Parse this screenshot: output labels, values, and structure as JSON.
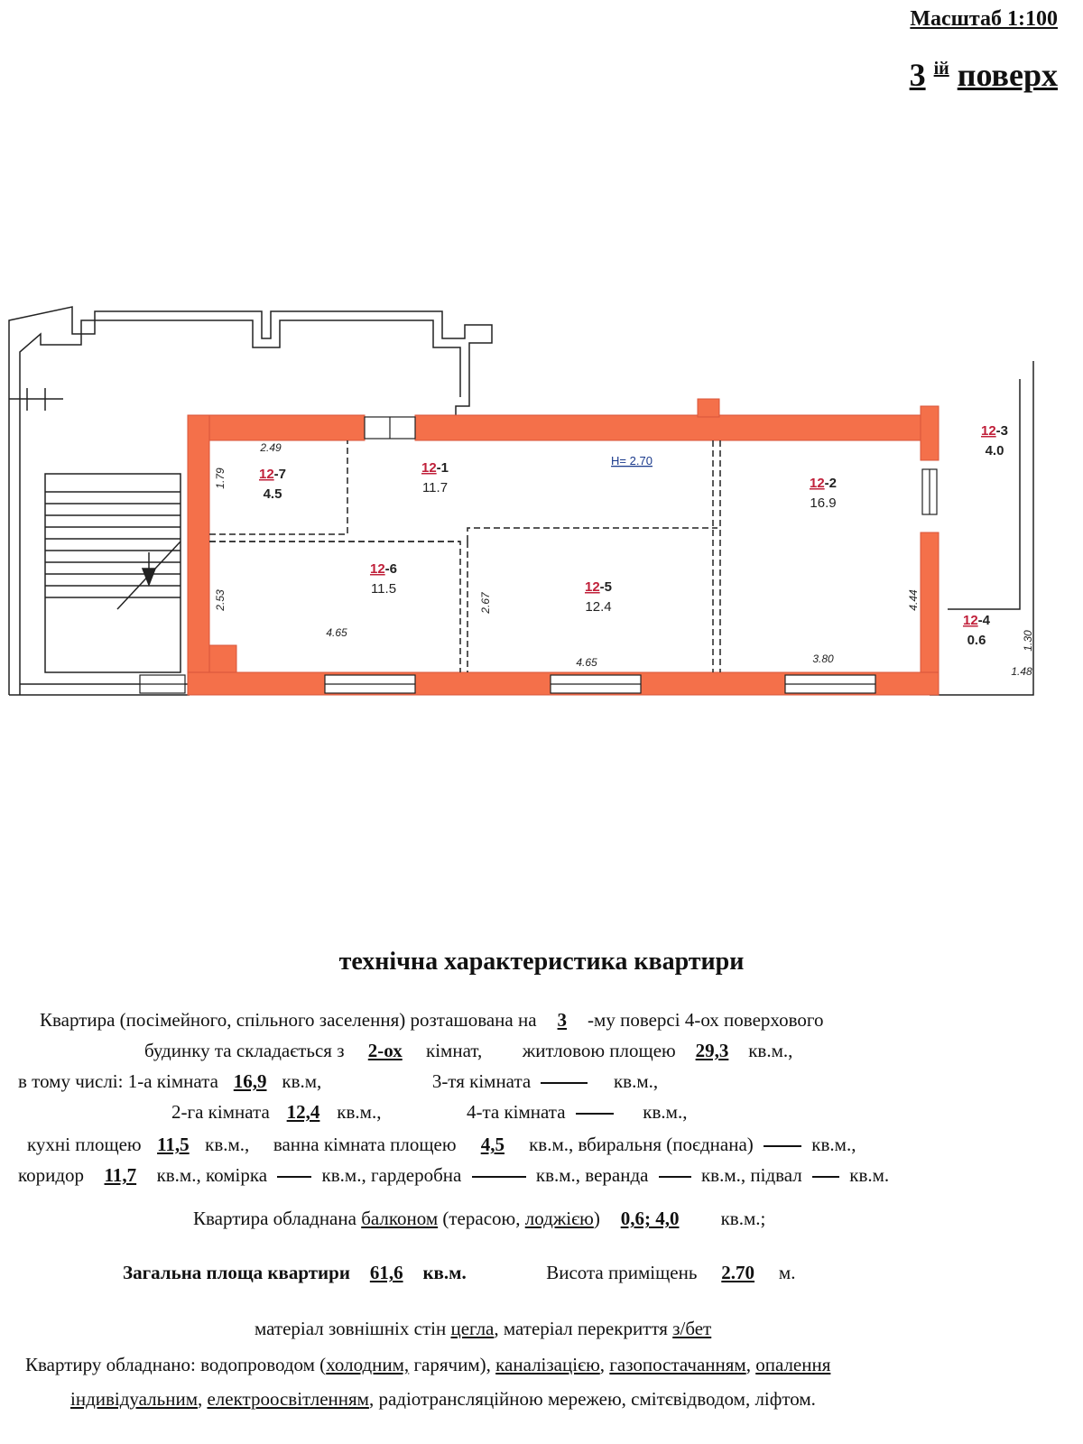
{
  "header": {
    "scale": "Масштаб 1:100",
    "floor_num": "3",
    "floor_sup": "ій",
    "floor_word": "поверх"
  },
  "plan": {
    "height_mark": "H= 2.70",
    "rooms": [
      {
        "id_prefix": "12",
        "id_suffix": "-7",
        "area": "4.5"
      },
      {
        "id_prefix": "12",
        "id_suffix": "-1",
        "area": "11.7"
      },
      {
        "id_prefix": "12",
        "id_suffix": "-2",
        "area": "16.9"
      },
      {
        "id_prefix": "12",
        "id_suffix": "-3",
        "area": "4.0"
      },
      {
        "id_prefix": "12",
        "id_suffix": "-6",
        "area": "11.5"
      },
      {
        "id_prefix": "12",
        "id_suffix": "-5",
        "area": "12.4"
      },
      {
        "id_prefix": "12",
        "id_suffix": "-4",
        "area": "0.6"
      }
    ],
    "dimensions": [
      "2.49",
      "1.79",
      "2.53",
      "4.65",
      "2.67",
      "4.65",
      "3.80",
      "4.44",
      "1.30",
      "1.48"
    ],
    "colors": {
      "wall": "#f4704a",
      "wall_stroke": "#d9553a",
      "room_id": "#c0203a",
      "height_mark": "#1a3a8c",
      "line": "#222222"
    }
  },
  "doc": {
    "title": "технічна характеристика квартири",
    "line1": {
      "a": "Квартира (посімейного, спільного заселення) розташована на",
      "floor": "3",
      "b": "-му  поверсі 4-ох поверхового"
    },
    "line2": {
      "a": "будинку та складається з",
      "rooms": "2-ох",
      "b": "кімнат,",
      "c": "житловою площею",
      "living": "29,3",
      "d": "кв.м.,"
    },
    "line3": {
      "a": "в тому числі:  1-а кімната",
      "r1": "16,9",
      "b": "кв.м,",
      "c": "3-тя кімната",
      "d": "кв.м.,"
    },
    "line4": {
      "a": "2-га кімната",
      "r2": "12,4",
      "b": "кв.м.,",
      "c": "4-та кімната",
      "d": "кв.м.,"
    },
    "line5": {
      "a": "кухні площею",
      "kitchen": "11,5",
      "b": "кв.м.,",
      "c": "ванна кімната площею",
      "bath": "4,5",
      "d": "кв.м., вбиральня (поєднана)",
      "e": "кв.м.,"
    },
    "line6": {
      "a": "коридор",
      "corridor": "11,7",
      "b": "кв.м., комірка",
      "c": "кв.м., гардеробна",
      "d": "кв.м., веранда",
      "e": "кв.м., підвал",
      "f": "кв.м."
    },
    "line7": {
      "a": "Квартира обладнана",
      "balcony": "балконом",
      "b": "(терасою,",
      "loggia": "лоджією",
      "c": ")",
      "val": "0,6; 4,0",
      "d": "кв.м.;"
    },
    "line8": {
      "a": "Загальна площа квартири",
      "total": "61,6",
      "b": "кв.м.",
      "c": "Висота приміщень",
      "height": "2.70",
      "d": "м."
    },
    "line9": {
      "a": "матеріал зовнішніх стін",
      "walls": "цегла",
      "b": ", матеріал перекриття",
      "ceiling": "з/бет"
    },
    "line10": {
      "a": "Квартиру обладнано: водопроводом (",
      "cold": "холодним,",
      "b": "гарячим),",
      "sewer": "каналізацією",
      "c": ",",
      "gas": "газопостачанням",
      "d": ",",
      "heat": "опалення"
    },
    "line11": {
      "indiv": "індивідуальним",
      "a": ",",
      "elec": "електроосвітленням",
      "b": ", радіотрансляційною мережею, смітєвідводом, ліфтом."
    }
  }
}
